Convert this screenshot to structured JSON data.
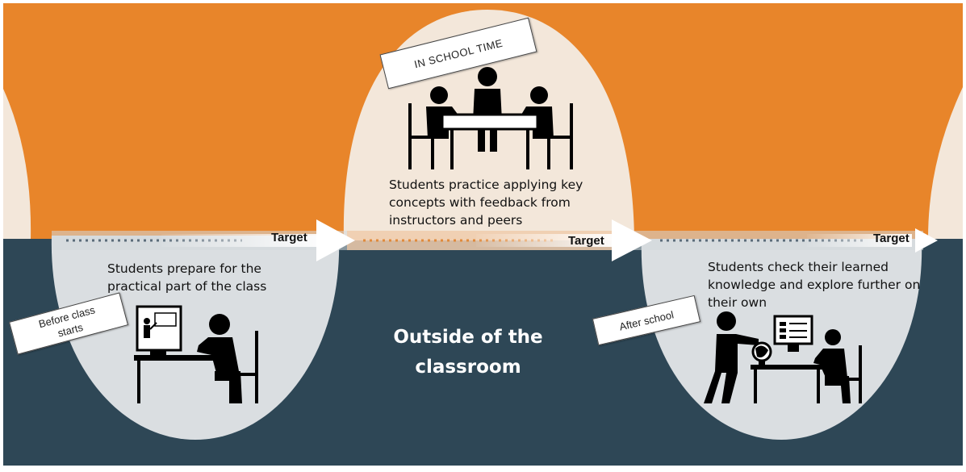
{
  "tags": {
    "in_school": "IN SCHOOL TIME",
    "before_class": "Before class starts",
    "after_school": "After school"
  },
  "descriptions": {
    "in_school": "Students practice applying key concepts with feedback from instructors and peers",
    "before_class": "Students prepare for the practical part of the class",
    "after_school": "Students check their learned knowledge and explore further on their own"
  },
  "targets": [
    "Target",
    "Target",
    "Target"
  ],
  "center_title": "Outside of the classroom",
  "colors": {
    "orange": "#E8852A",
    "navy": "#2E4756",
    "bubble_light": "#F3E7DA",
    "bubble_grey": "#DADEE1",
    "white": "#FFFFFF"
  },
  "icons": [
    "students-at-table-icon",
    "teacher-screen-student-icon",
    "tutor-globe-computer-icon"
  ]
}
